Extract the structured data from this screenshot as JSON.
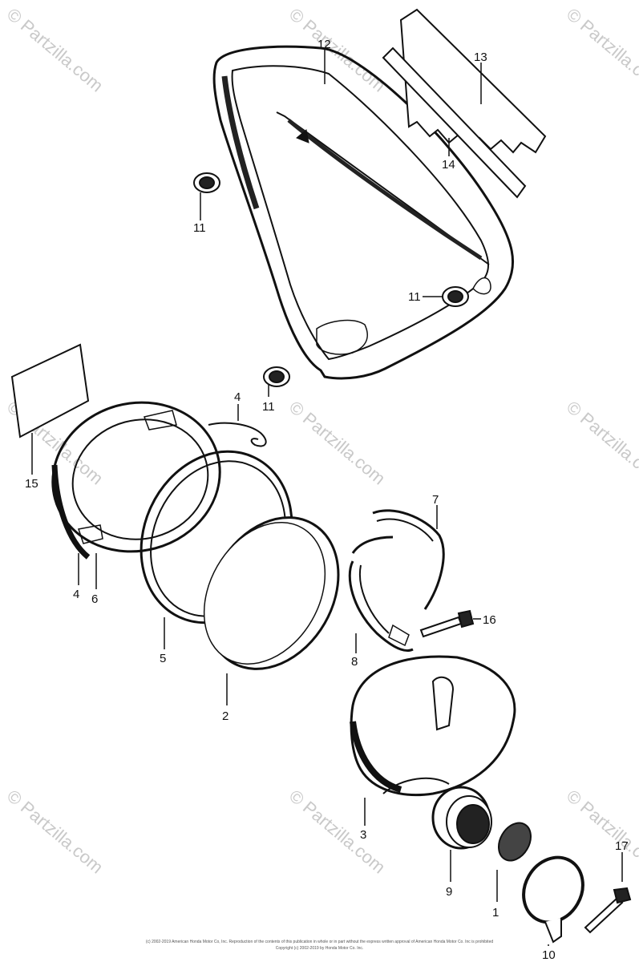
{
  "watermark": "© Partzilla.com",
  "footer": {
    "line1": "(c) 2002-2019 American Honda Motor Co, Inc. Reproduction of the contents of this publication in whole or in part without the express written approval of American Honda Motor Co. Inc is prohibited",
    "line2": "Copyright (c) 2002-2019 by Honda Motor Co. Inc."
  },
  "callouts": [
    "12",
    "13",
    "14",
    "11",
    "11",
    "11",
    "4",
    "15",
    "4",
    "6",
    "7",
    "16",
    "5",
    "8",
    "2",
    "3",
    "9",
    "1",
    "17",
    "10"
  ]
}
